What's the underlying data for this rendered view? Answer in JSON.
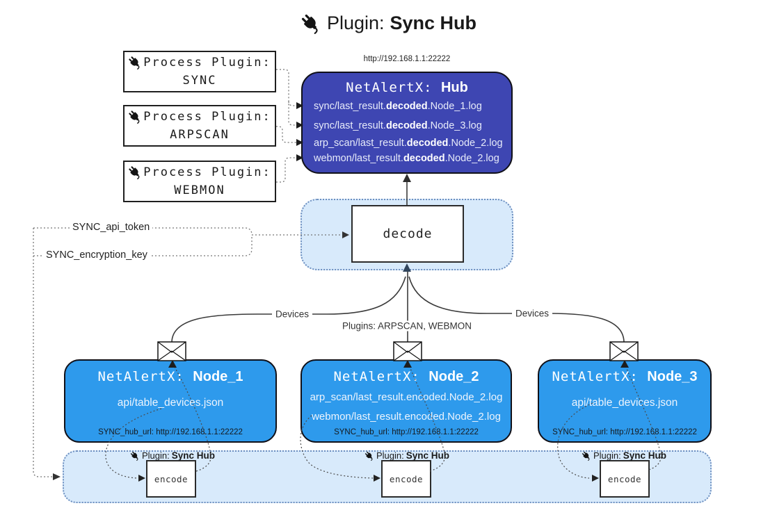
{
  "title": {
    "label": "Plugin:",
    "name": "Sync Hub"
  },
  "hub": {
    "url": "http://192.168.1.1:22222",
    "title_label": "NetAlertX:",
    "title_name": "Hub",
    "logs": [
      {
        "pre": "sync/last_result.",
        "mid": "decoded",
        "post": ".Node_1.log"
      },
      {
        "pre": "sync/last_result.",
        "mid": "decoded",
        "post": ".Node_3.log"
      },
      {
        "pre": "arp_scan/last_result.",
        "mid": "decoded",
        "post": ".Node_2.log"
      },
      {
        "pre": "webmon/last_result.",
        "mid": "decoded",
        "post": ".Node_2.log"
      }
    ]
  },
  "process_plugins": [
    {
      "label": "Process Plugin:",
      "name": "SYNC"
    },
    {
      "label": "Process Plugin:",
      "name": "ARPSCAN"
    },
    {
      "label": "Process Plugin:",
      "name": "WEBMON"
    }
  ],
  "settings": {
    "api_token": "SYNC_api_token",
    "encryption_key": "SYNC_encryption_key"
  },
  "decode": {
    "label": "decode"
  },
  "edges": {
    "devices_left": "Devices",
    "devices_right": "Devices",
    "plugins_middle": "Plugins: ARPSCAN, WEBMON"
  },
  "nodes": [
    {
      "title_label": "NetAlertX:",
      "title_name": "Node_1",
      "files": [
        "api/table_devices.json"
      ],
      "hub_url": "SYNC_hub_url: http://192.168.1.1:22222"
    },
    {
      "title_label": "NetAlertX:",
      "title_name": "Node_2",
      "files": [
        "arp_scan/last_result.encoded.Node_2.log",
        "webmon/last_result.encoded.Node_2.log"
      ],
      "hub_url": "SYNC_hub_url: http://192.168.1.1:22222"
    },
    {
      "title_label": "NetAlertX:",
      "title_name": "Node_3",
      "files": [
        "api/table_devices.json"
      ],
      "hub_url": "SYNC_hub_url: http://192.168.1.1:22222"
    }
  ],
  "encoders": [
    {
      "plugin_label": "Plugin:",
      "plugin_name": "Sync Hub",
      "box_label": "encode"
    },
    {
      "plugin_label": "Plugin:",
      "plugin_name": "Sync Hub",
      "box_label": "encode"
    },
    {
      "plugin_label": "Plugin:",
      "plugin_name": "Sync Hub",
      "box_label": "encode"
    }
  ],
  "colors": {
    "hub_fill": "#3E46B2",
    "node_fill": "#2E9AEC",
    "container_fill": "#D8EAFB",
    "container_border": "#6C8EBF"
  }
}
